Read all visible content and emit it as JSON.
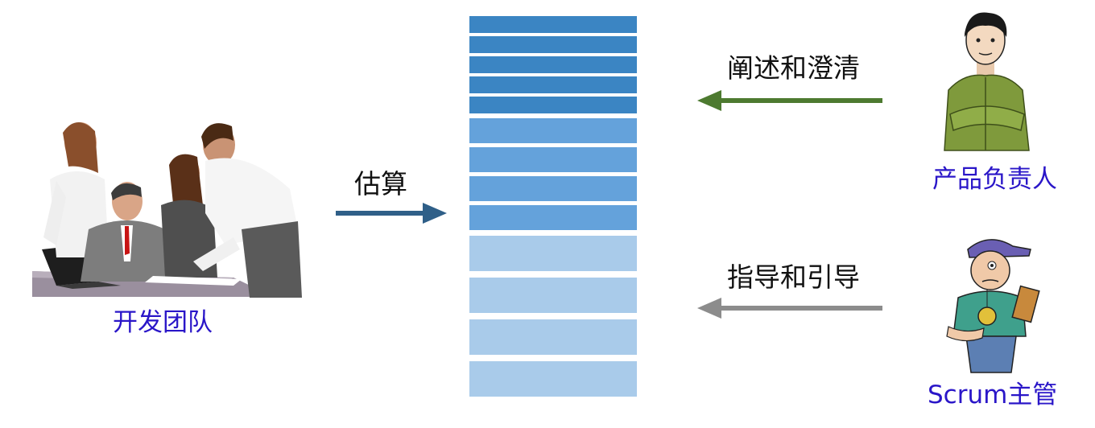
{
  "labels": {
    "dev_team": "开发团队",
    "estimate": "估算",
    "product_owner": "产品负责人",
    "explain_clarify": "阐述和澄清",
    "scrum_master": "Scrum主管",
    "guide_coach": "指导和引导"
  },
  "backlog": {
    "items": [
      {
        "tier": "top"
      },
      {
        "tier": "top"
      },
      {
        "tier": "top"
      },
      {
        "tier": "top"
      },
      {
        "tier": "top"
      },
      {
        "tier": "middle"
      },
      {
        "tier": "middle"
      },
      {
        "tier": "middle"
      },
      {
        "tier": "middle"
      },
      {
        "tier": "bottom"
      },
      {
        "tier": "bottom"
      },
      {
        "tier": "bottom"
      },
      {
        "tier": "bottom"
      }
    ],
    "colors": {
      "top": "#3b85c3",
      "middle": "#64a2db",
      "bottom": "#a9cbea"
    }
  },
  "arrow_colors": {
    "estimate": "#2f5f88",
    "explain_clarify": "#4d7a30",
    "guide_coach": "#8c8c8c"
  }
}
